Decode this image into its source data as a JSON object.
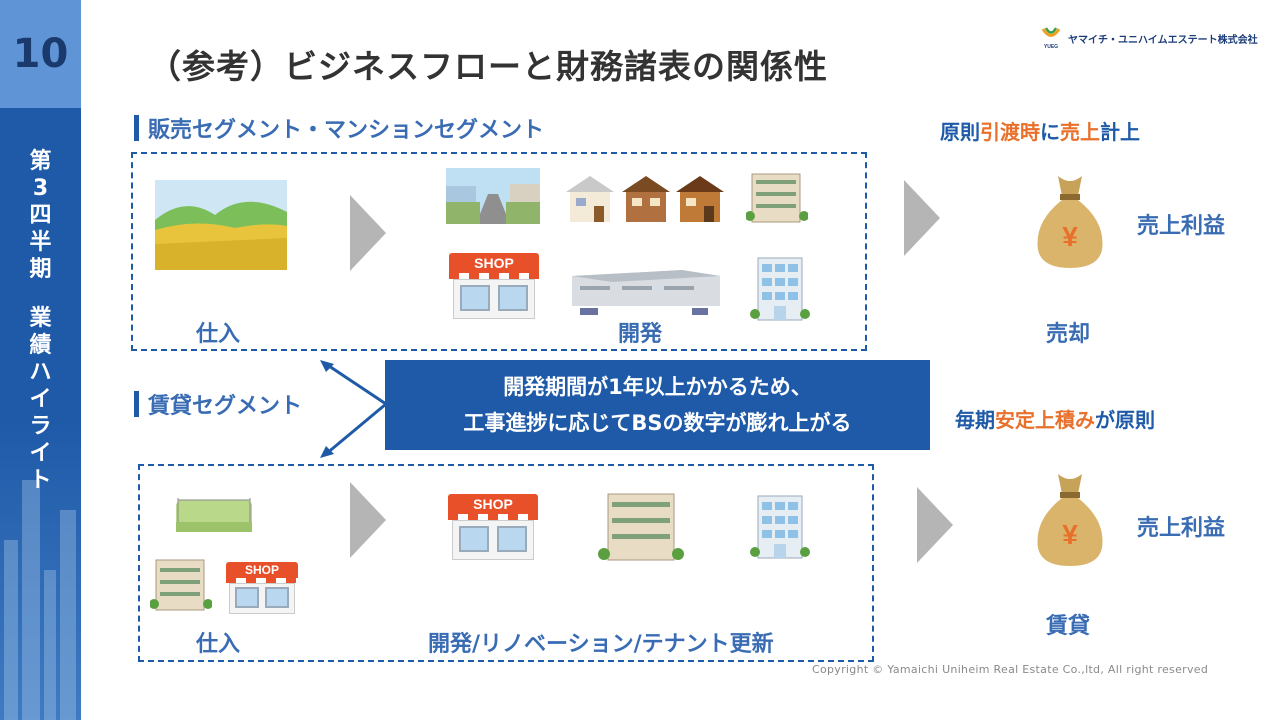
{
  "sidebar": {
    "page_number": "10",
    "vertical_chars": [
      "第",
      "3",
      "四",
      "半",
      "期",
      "",
      "業",
      "績",
      "ハ",
      "イ",
      "ラ",
      "イ",
      "ト"
    ]
  },
  "title": "（参考）ビジネスフローと財務諸表の関係性",
  "logo": {
    "company": "ヤマイチ・ユニハイムエステート株式会社",
    "mark_text": "YUEG"
  },
  "sale_section": {
    "heading": "販売セグメント・マンションセグメント",
    "purchase_label": "仕入",
    "develop_label": "開発",
    "shop_sign": "SHOP",
    "rule": [
      {
        "text": "原則",
        "color": "blue"
      },
      {
        "text": "引渡時",
        "color": "orange"
      },
      {
        "text": "に",
        "color": "blue"
      },
      {
        "text": "売上",
        "color": "orange"
      },
      {
        "text": "計上",
        "color": "blue"
      }
    ],
    "revenue_label": "売上利益",
    "result_label": "売却",
    "yen": "¥"
  },
  "rental_section": {
    "heading": "賃貸セグメント",
    "purchase_label": "仕入",
    "develop_label": "開発/リノベーション/テナント更新",
    "shop_sign": "SHOP",
    "rule": [
      {
        "text": "毎期",
        "color": "blue"
      },
      {
        "text": "安定上積み",
        "color": "orange"
      },
      {
        "text": "が原則",
        "color": "blue"
      }
    ],
    "revenue_label": "売上利益",
    "result_label": "賃貸",
    "yen": "¥"
  },
  "callout": {
    "line1": "開発期間が1年以上かかるため、",
    "line2": "工事進捗に応じてBSの数字が膨れ上がる"
  },
  "copyright": "Copyright  © Yamaichi  Uniheim  Real  Estate Co.,ltd,  All  right  reserved",
  "colors": {
    "primary": "#1e5aa8",
    "accent": "#e8702a",
    "chevron": "#b5b5b5"
  }
}
